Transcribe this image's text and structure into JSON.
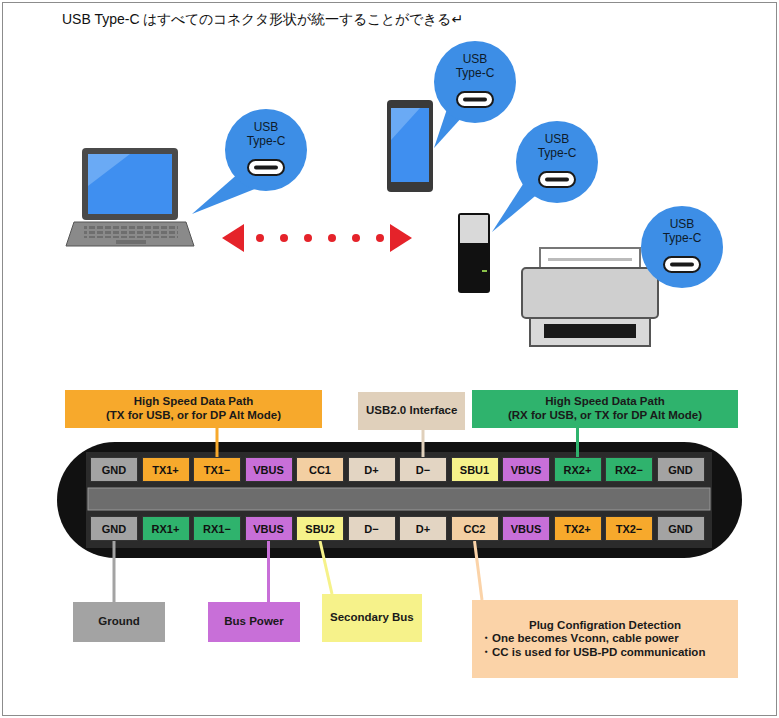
{
  "diagram": {
    "title": "USB Type-C はすべてのコネクタ形状が統一することができる↵",
    "nodes": [
      {
        "text": [
          "USB Type-C"
        ]
      },
      {
        "text": [
          "USB Type-C"
        ]
      },
      {
        "text": [
          "USB Type-C"
        ]
      },
      {
        "text": [
          "USB Type-C"
        ]
      },
      {
        "text": [
          "High Speed Data Path",
          "(TX for USB, or for DP Alt Mode)"
        ]
      },
      {
        "text": [
          "USB2.0 Interface"
        ]
      },
      {
        "text": [
          "High Speed Data Path",
          "(RX for USB, or TX for DP Alt Mode)"
        ]
      },
      {
        "text": [
          "GND"
        ]
      },
      {
        "text": [
          "TX1+"
        ]
      },
      {
        "text": [
          "TX1−"
        ]
      },
      {
        "text": [
          "VBUS"
        ]
      },
      {
        "text": [
          "CC1"
        ]
      },
      {
        "text": [
          "D+"
        ]
      },
      {
        "text": [
          "D−"
        ]
      },
      {
        "text": [
          "SBU1"
        ]
      },
      {
        "text": [
          "VBUS"
        ]
      },
      {
        "text": [
          "RX2+"
        ]
      },
      {
        "text": [
          "RX2−"
        ]
      },
      {
        "text": [
          "GND"
        ]
      },
      {
        "text": [
          "GND"
        ]
      },
      {
        "text": [
          "RX1+"
        ]
      },
      {
        "text": [
          "RX1−"
        ]
      },
      {
        "text": [
          "VBUS"
        ]
      },
      {
        "text": [
          "SBU2"
        ]
      },
      {
        "text": [
          "D−"
        ]
      },
      {
        "text": [
          "D+"
        ]
      },
      {
        "text": [
          "CC2"
        ]
      },
      {
        "text": [
          "VBUS"
        ]
      },
      {
        "text": [
          "TX2+"
        ]
      },
      {
        "text": [
          "TX2−"
        ]
      },
      {
        "text": [
          "GND"
        ]
      },
      {
        "text": [
          "Ground"
        ]
      },
      {
        "text": [
          "Bus Power"
        ]
      },
      {
        "text": [
          "Secondary Bus"
        ]
      },
      {
        "text": [
          "Plug Configration Detection",
          "・One becomes Vconn, cable power",
          "・CC is used for USB-PD communication"
        ]
      }
    ],
    "edges": [
      {
        "from": 4,
        "to": 9,
        "arrow": "none"
      },
      {
        "from": 5,
        "to": 13,
        "arrow": "none"
      },
      {
        "from": 6,
        "to": 16,
        "arrow": "none"
      },
      {
        "from": 31,
        "to": 19,
        "arrow": "none"
      },
      {
        "from": 32,
        "to": 22,
        "arrow": "none"
      },
      {
        "from": 33,
        "to": 23,
        "arrow": "none"
      },
      {
        "from": 34,
        "to": 26,
        "arrow": "none"
      }
    ]
  }
}
